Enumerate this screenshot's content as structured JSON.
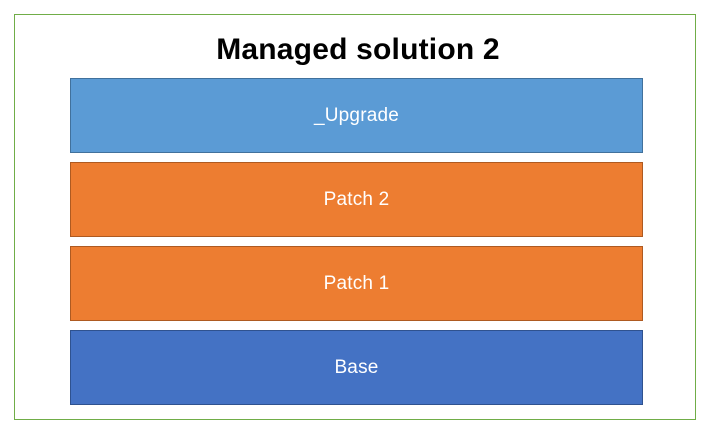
{
  "diagram": {
    "title": "Managed solution 2",
    "title_color": "#000000",
    "background": "#FFFFFF",
    "frame_border_color": "#70AD47",
    "layer_text_color": "#FFFFFF",
    "layers": [
      {
        "label": "_Upgrade",
        "fill": "#5B9BD5",
        "border": "#41719C"
      },
      {
        "label": "Patch 2",
        "fill": "#ED7D31",
        "border": "#AE5A21"
      },
      {
        "label": "Patch 1",
        "fill": "#ED7D31",
        "border": "#AE5A21"
      },
      {
        "label": "Base",
        "fill": "#4472C4",
        "border": "#2F528F"
      }
    ]
  }
}
